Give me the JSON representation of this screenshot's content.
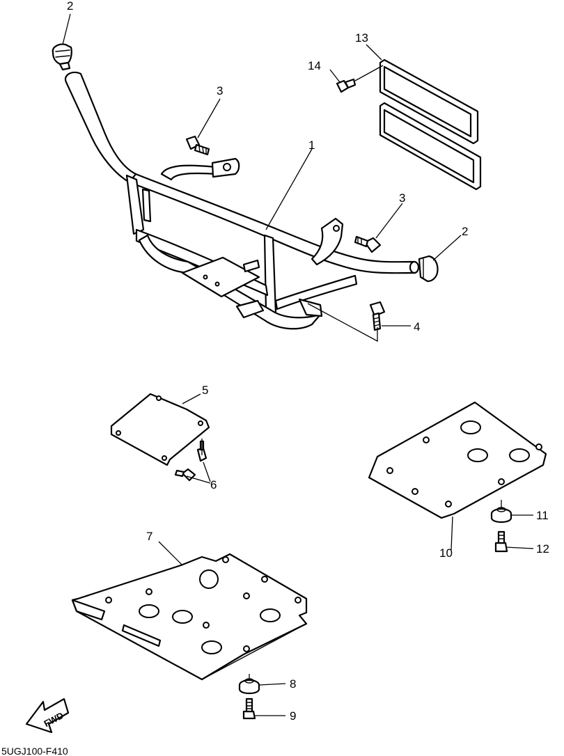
{
  "callouts": {
    "c1": "1",
    "c2a": "2",
    "c2b": "2",
    "c3a": "3",
    "c3b": "3",
    "c4": "4",
    "c5": "5",
    "c6": "6",
    "c7": "7",
    "c8": "8",
    "c9": "9",
    "c10": "10",
    "c11": "11",
    "c12": "12",
    "c13": "13",
    "c14": "14"
  },
  "fwd_label": "FWD",
  "diagram_code": "5UGJ100-F410"
}
